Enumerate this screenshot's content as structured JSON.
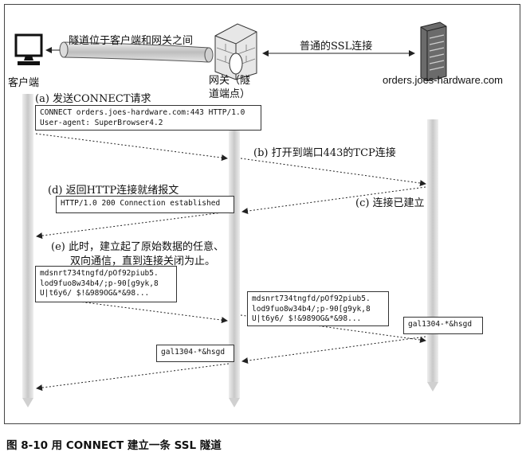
{
  "nodes": {
    "client": "客户端",
    "gateway": "网关（隧\n道端点）",
    "server": "orders.joes-hardware.com"
  },
  "links": {
    "tunnel": "隧道位于客户端和网关之间",
    "ssl": "普通的SSL连接"
  },
  "steps": {
    "a": "(a) 发送CONNECT请求",
    "b": "(b) 打开到端口443的TCP连接",
    "c": "(c) 连接已建立",
    "d": "(d) 返回HTTP连接就绪报文",
    "e_line1": "(e) 此时，建立起了原始数据的任意、",
    "e_line2": "双向通信，直到连接关闭为止。"
  },
  "messages": {
    "connect_request": "CONNECT orders.joes-hardware.com:443 HTTP/1.0\nUser-agent: SuperBrowser4.2",
    "established": "HTTP/1.0 200 Connection established",
    "raw_client": "mdsnrt734tngfd/pOf92piub5.\nlod9fuo8w34b4/;p-90[g9yk,8\nU|t6y6/ $!&989OG&*&98...",
    "raw_gateway": "mdsnrt734tngfd/pOf92piub5.\nlod9fuo8w34b4/;p-90[g9yk,8\nU|t6y6/ $!&989OG&*&98...",
    "reply_server": "gal1304-*&hsgd",
    "reply_gateway": "gal1304-*&hsgd"
  },
  "caption": "图 8-10   用 CONNECT 建立一条 SSL 隧道",
  "colors": {
    "lifeline": "#d9d9d9",
    "arrow": "#222222",
    "tunnel": "#cccccc"
  }
}
